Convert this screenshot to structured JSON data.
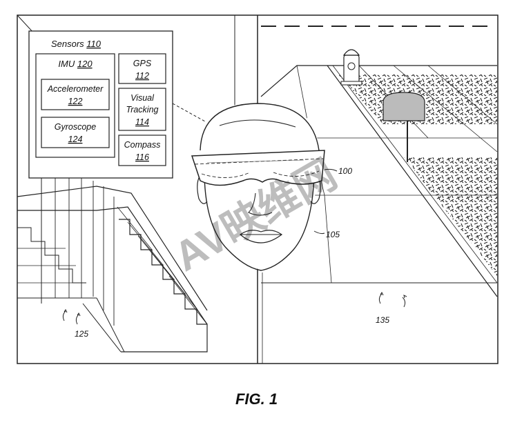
{
  "sensors": {
    "title": "Sensors",
    "title_ref": "110",
    "imu": {
      "label": "IMU",
      "ref": "120"
    },
    "accelerometer": {
      "label": "Accelerometer",
      "ref": "122"
    },
    "gyroscope": {
      "label": "Gyroscope",
      "ref": "124"
    },
    "gps": {
      "label": "GPS",
      "ref": "112"
    },
    "visual_tracking": {
      "line1": "Visual",
      "line2": "Tracking",
      "ref": "114"
    },
    "compass": {
      "label": "Compass",
      "ref": "116"
    }
  },
  "refs": {
    "headset": "100",
    "user": "105",
    "indoor_scene": "125",
    "outdoor_scene": "135"
  },
  "watermark": "AV映维网",
  "caption": "FIG. 1"
}
